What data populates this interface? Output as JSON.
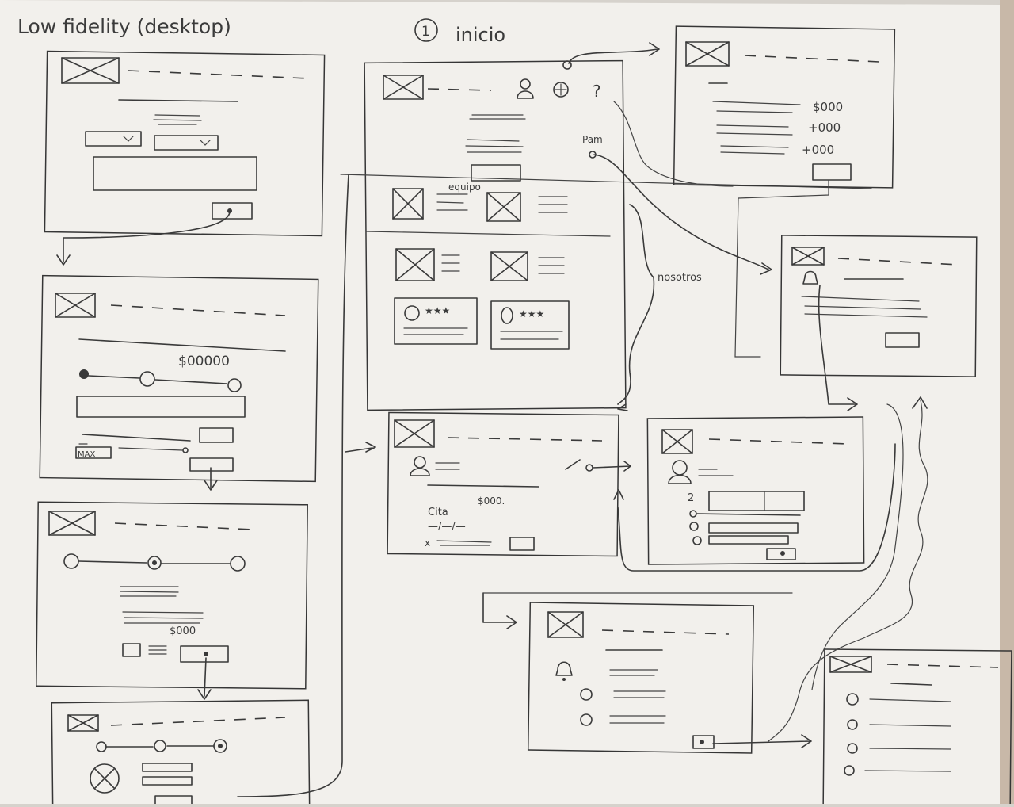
{
  "sheet": {
    "title": "Low fidelity (desktop)",
    "step_number": "1",
    "step_label": "inicio"
  },
  "annotations": {
    "price_main": "$000",
    "price_2": "+000",
    "price_3": "+000",
    "slider_price": "$00000",
    "check_price": "$000",
    "list_price": "$000.",
    "equipo": "equipo",
    "nosotros": "nosotros",
    "cita": "Cita",
    "date_placeholder": "—/—/—",
    "question_mark": "?",
    "pam": "Pam",
    "card_mark": "MAX",
    "numbered_1": "2",
    "x_mark": "x"
  }
}
